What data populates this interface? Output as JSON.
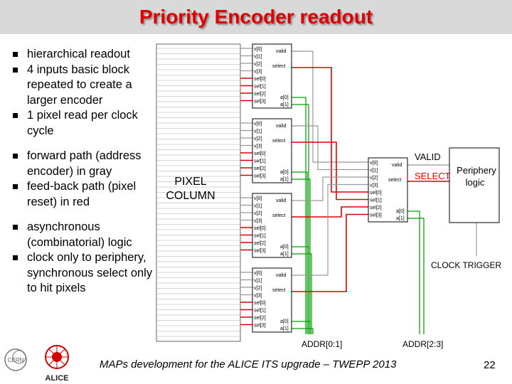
{
  "title": "Priority Encoder readout",
  "bullets": [
    "hierarchical readout",
    "4 inputs basic block repeated to create a larger encoder",
    "1 pixel read per clock cycle",
    "forward path (address encoder) in gray",
    "feed-back path (pixel reset) in red",
    "asynchronous (combinatorial) logic",
    "clock only to periphery, synchronous select only to hit pixels"
  ],
  "pixel_column": [
    "PIXEL",
    "COLUMN"
  ],
  "block": {
    "left_pins": [
      "v[0]",
      "v[1]",
      "v[2]",
      "v[3]",
      "sel[0]",
      "sel[1]",
      "sel[2]",
      "sel[3]"
    ],
    "valid": "valid",
    "select": "select",
    "a0": "a[0]",
    "a1": "a[1]"
  },
  "periphery": [
    "Periphery",
    "logic"
  ],
  "labels": {
    "valid": "VALID",
    "select": "SELECT",
    "clock_trigger": "CLOCK TRIGGER",
    "addr01": "ADDR[0:1]",
    "addr23": "ADDR[2:3]"
  },
  "footer": "MAPs development for the ALICE ITS upgrade – TWEPP 2013",
  "page_number": "22",
  "logos": {
    "cern": "CERN",
    "alice": "ALICE"
  },
  "colors": {
    "title": "#e00000",
    "feedback": "#e00000",
    "forward": "#999999"
  }
}
